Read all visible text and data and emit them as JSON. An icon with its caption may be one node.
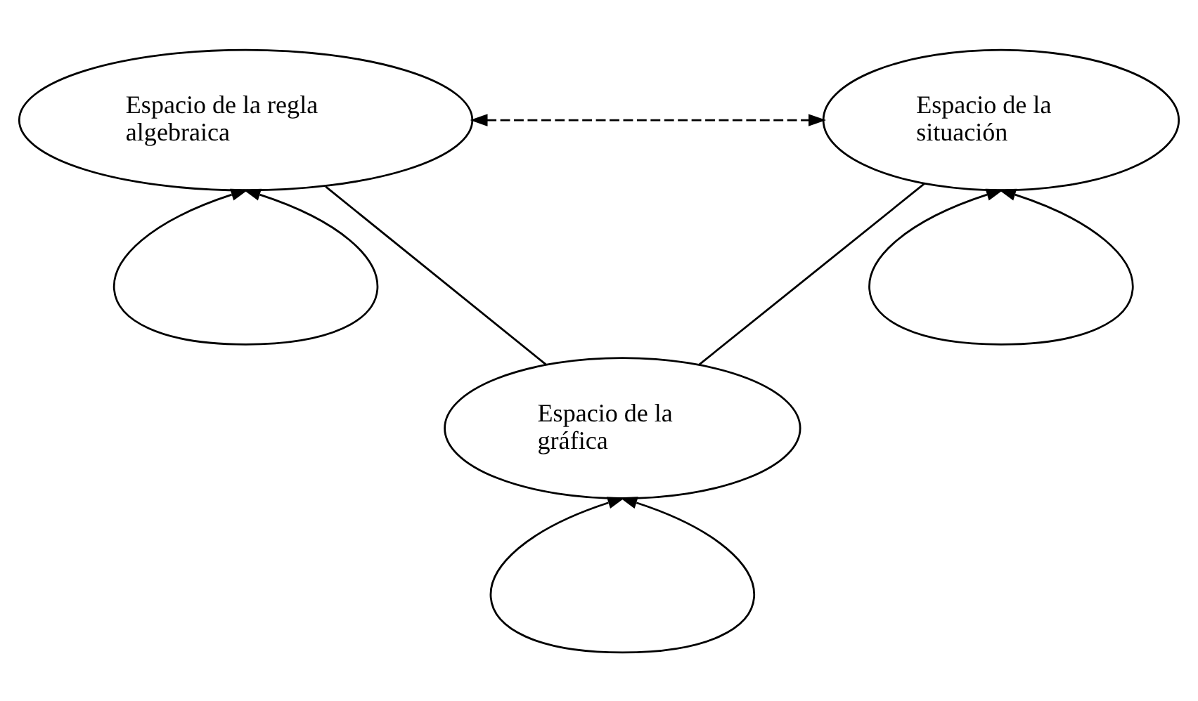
{
  "diagram": {
    "nodes": [
      {
        "text": [
          "Espacio de la regla algebraica"
        ]
      },
      {
        "text": [
          "Espacio de la situación"
        ]
      },
      {
        "text": [
          "Espacio de la gráfica"
        ]
      }
    ],
    "edges": [
      {
        "from": 0,
        "to": 1,
        "arrow": "both",
        "style": "dashed"
      },
      {
        "from": 0,
        "to": 2,
        "arrow": "none"
      },
      {
        "from": 1,
        "to": 2,
        "arrow": "none"
      },
      {
        "from": 0,
        "to": 0,
        "arrow": "both"
      },
      {
        "from": 1,
        "to": 1,
        "arrow": "both"
      },
      {
        "from": 2,
        "to": 2,
        "arrow": "both"
      }
    ]
  }
}
